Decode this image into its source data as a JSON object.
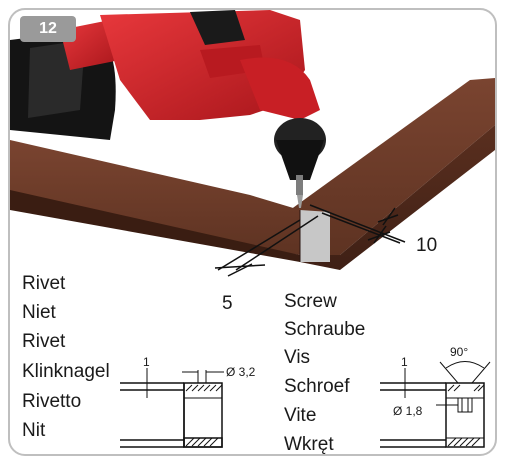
{
  "step_number": "12",
  "drill_dims": {
    "front": "10",
    "side": "5"
  },
  "rivet": {
    "labels": [
      "Rivet",
      "Niet",
      "Rivet",
      "Klinknagel",
      "Rivetto",
      "Nit"
    ],
    "thickness": "1",
    "diameter": "Ø 3,2"
  },
  "screw": {
    "labels": [
      "Screw",
      "Schraube",
      "Vis",
      "Schroef",
      "Vite",
      "Wkręt"
    ],
    "thickness": "1",
    "diameter": "Ø 1,8",
    "angle": "90°"
  },
  "colors": {
    "frame": "#6b3a26",
    "drill": "#d2232a",
    "badge": "#9a9a9a"
  }
}
